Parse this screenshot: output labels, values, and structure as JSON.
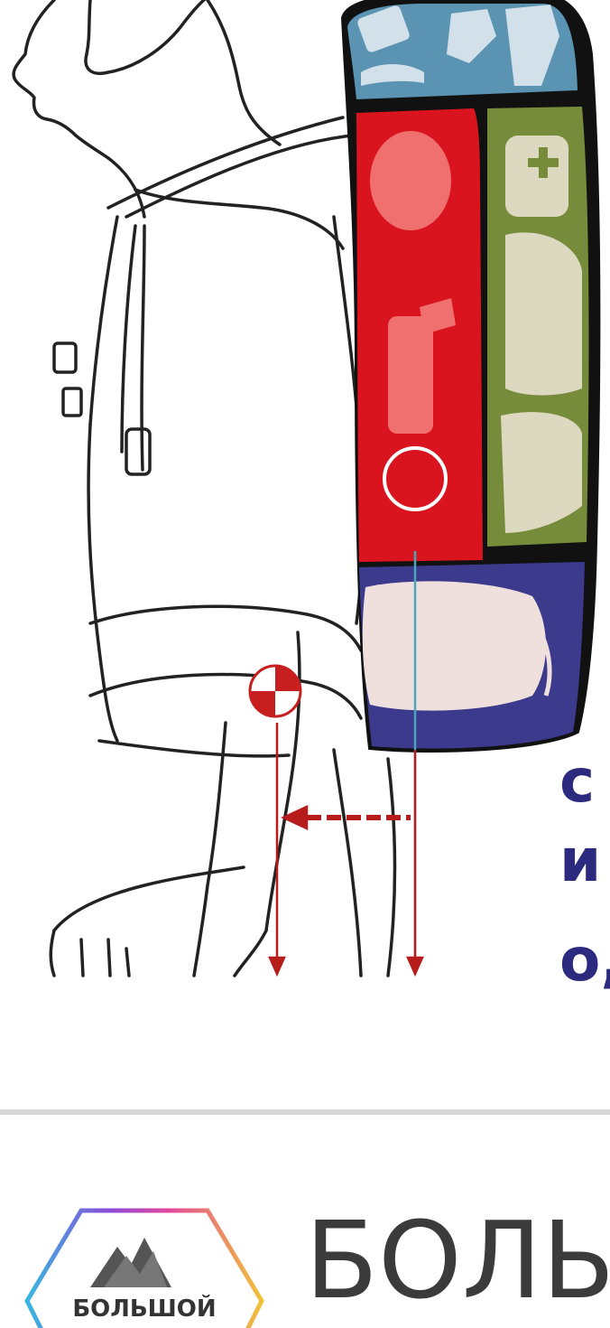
{
  "side_text": {
    "line1": "с",
    "line2": "и",
    "line3": "о,"
  },
  "logo": {
    "label": "БОЛЬШОЙ"
  },
  "brand": {
    "title": "БОЛЬ"
  },
  "colors": {
    "top_zone": "#5b93b3",
    "red_zone": "#d9141e",
    "green_zone": "#768c3a",
    "bottom_zone": "#3b3a8c",
    "arrow": "#b71c1c",
    "text": "#2b2a7f"
  }
}
